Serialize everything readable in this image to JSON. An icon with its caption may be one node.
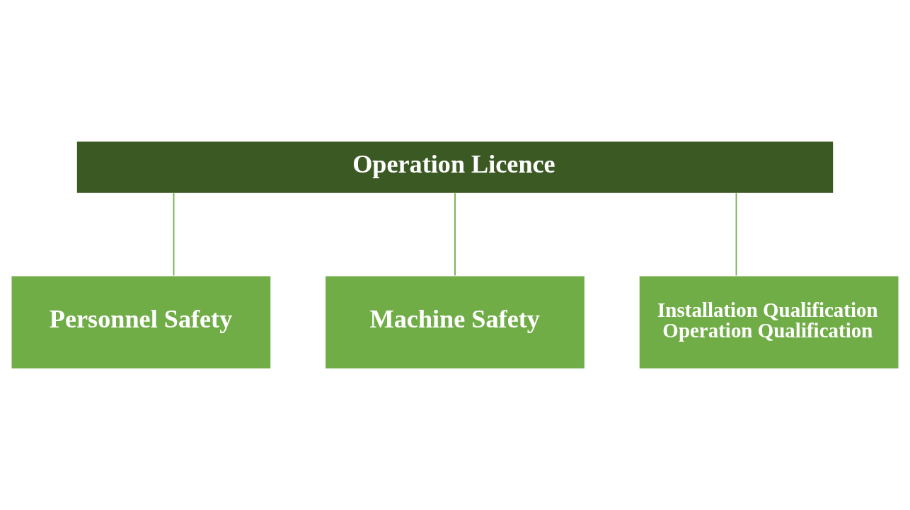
{
  "diagram": {
    "nodes": [
      {
        "text": [
          "Operation Licence"
        ]
      },
      {
        "text": [
          "Personnel Safety"
        ]
      },
      {
        "text": [
          "Machine Safety"
        ]
      },
      {
        "text": [
          "Installation Qualification",
          "Operation Qualification"
        ]
      }
    ],
    "edges": [
      {
        "from": 0,
        "to": 1,
        "arrow": "none"
      },
      {
        "from": 0,
        "to": 2,
        "arrow": "none"
      },
      {
        "from": 0,
        "to": 3,
        "arrow": "none"
      }
    ]
  }
}
